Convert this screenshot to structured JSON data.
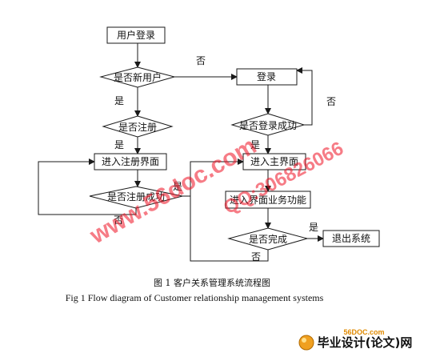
{
  "diagram": {
    "nodes": {
      "user_login": "用户登录",
      "is_new_user": "是否新用户",
      "is_registered": "是否注册",
      "enter_register": "进入注册界面",
      "register_ok": "是否注册成功",
      "login": "登录",
      "login_ok": "是否登录成功",
      "main_ui": "进入主界面",
      "business": "进入界面业务功能",
      "is_done": "是否完成",
      "exit": "退出系统"
    },
    "edges": {
      "new_user_no": "否",
      "new_user_yes": "是",
      "registered_yes": "是",
      "login_fail_no": "否",
      "login_ok_yes": "是",
      "reg_ok_yes": "是",
      "reg_fail_no": "否",
      "done_yes": "是",
      "done_no": "否"
    }
  },
  "caption": {
    "cn": "图 1    客户关系管理系统流程图",
    "en": "Fig 1    Flow diagram of Customer relationship management systems"
  },
  "watermarks": {
    "site1": "www.56doc.com",
    "site2": "QQ:306826066"
  },
  "logo": {
    "site": "56DOC.com",
    "name": "毕业设计(论文)网"
  },
  "colors": {
    "line": "#1a1a1a",
    "watermark": "#ee1122",
    "logo_accent": "#e08a00"
  }
}
